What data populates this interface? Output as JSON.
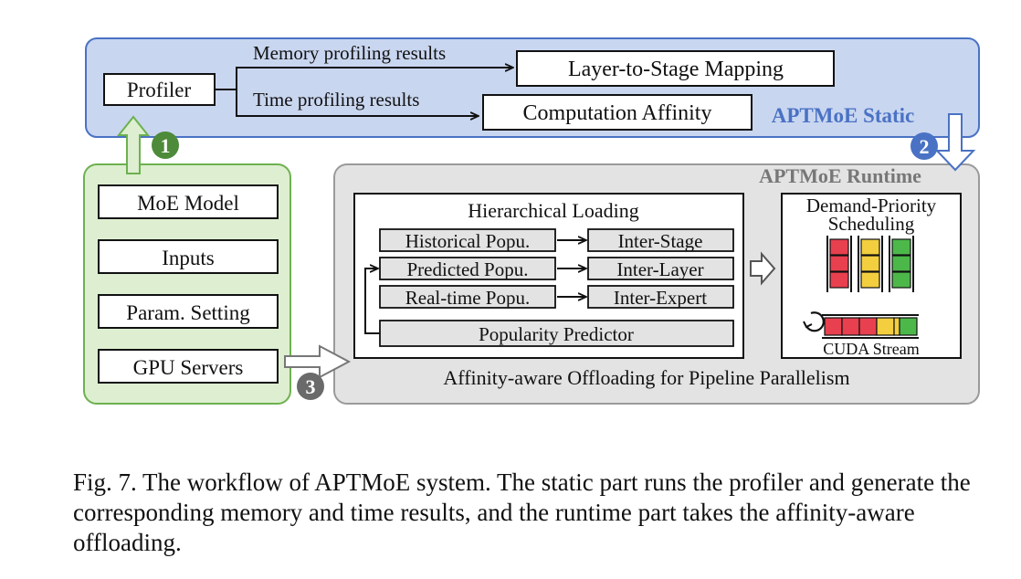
{
  "static_section": {
    "title": "APTMoE Static",
    "profiler_label": "Profiler",
    "memory_edge_label": "Memory profiling results",
    "time_edge_label": "Time profiling results",
    "layer_mapping_label": "Layer-to-Stage Mapping",
    "affinity_label": "Computation Affinity"
  },
  "inputs_section": {
    "items": [
      "MoE Model",
      "Inputs",
      "Param. Setting",
      "GPU Servers"
    ]
  },
  "steps": [
    "1",
    "2",
    "3"
  ],
  "runtime_section": {
    "title": "APTMoE Runtime",
    "hierarchical_loading": {
      "title": "Hierarchical Loading",
      "left_items": [
        "Historical Popu.",
        "Predicted Popu.",
        "Real-time Popu."
      ],
      "right_items": [
        "Inter-Stage",
        "Inter-Layer",
        "Inter-Expert"
      ],
      "predictor_label": "Popularity Predictor"
    },
    "scheduling": {
      "title_line1": "Demand-Priority",
      "title_line2": "Scheduling",
      "stream_label": "CUDA Stream"
    },
    "footer_label": "Affinity-aware Offloading for Pipeline Parallelism"
  },
  "colors": {
    "static_fill": "#c9d6f0",
    "static_border": "#4a72c4",
    "static_title": "#4a72c4",
    "input_fill": "#ddefd0",
    "input_border": "#6db14f",
    "step1": "#4d8a3a",
    "step2": "#4a72c4",
    "step3": "#6a6a6a",
    "runtime_fill": "#e3e3e3",
    "runtime_border": "#9a9a9a",
    "red": "#e8404f",
    "yellow": "#f3cf3f",
    "green": "#4db84a"
  },
  "caption": "Fig. 7.  The workflow of APTMoE system. The static part runs the profiler and generate the corresponding memory and time results, and the runtime part takes the affinity-aware offloading."
}
